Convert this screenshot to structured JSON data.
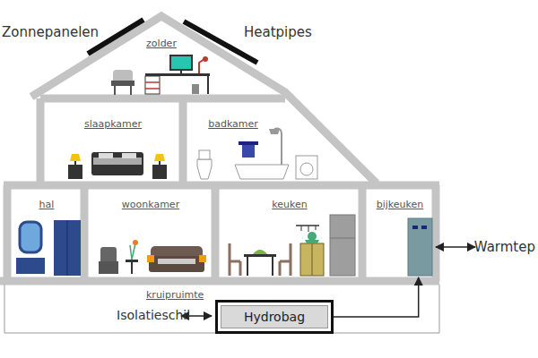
{
  "diagram": {
    "nodes": [
      {
        "text": [
          "zolder"
        ]
      },
      {
        "text": [
          "slaapkamer"
        ]
      },
      {
        "text": [
          "badkamer"
        ]
      },
      {
        "text": [
          "hal"
        ]
      },
      {
        "text": [
          "woonkamer"
        ]
      },
      {
        "text": [
          "keuken"
        ]
      },
      {
        "text": [
          "bijkeuken"
        ]
      },
      {
        "text": [
          "kruipruimte"
        ]
      },
      {
        "text": [
          "Hydrobag"
        ],
        "in": 7
      }
    ],
    "edges": [
      {
        "from": 8,
        "to": 6,
        "arrow": "to"
      }
    ],
    "labels": [
      "Zonnepanelen",
      "Heatpipes",
      "Warmtep",
      "Isolatieschil"
    ]
  }
}
